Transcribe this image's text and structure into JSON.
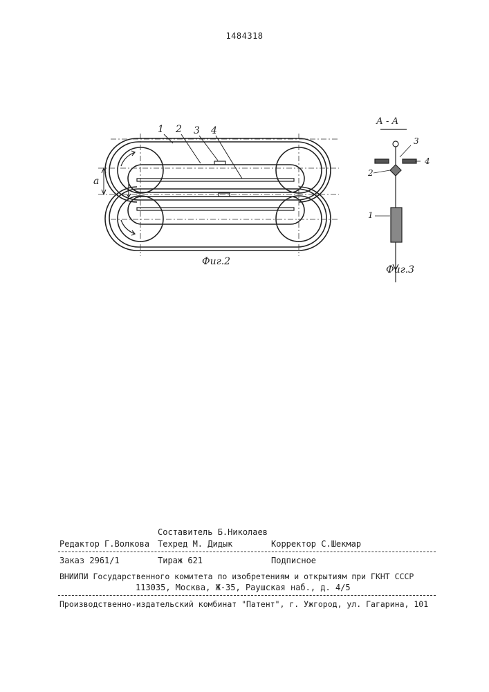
{
  "document": {
    "patent_number": "1484318",
    "figure2": {
      "caption": "Фиг.2",
      "labels": [
        "1",
        "2",
        "3",
        "4"
      ],
      "dimension_label": "a"
    },
    "figure3": {
      "section_title": "А - А",
      "caption": "Фиг.3",
      "labels": [
        "3",
        "4",
        "2",
        "1"
      ]
    },
    "imprint": {
      "compiler": "Составитель Б.Николаев",
      "editor": "Редактор Г.Волкова",
      "techred": "Техред М. Дидык",
      "corrector": "Корректор С.Шекмар",
      "order": "Заказ 2961/1",
      "circulation": "Тираж 621",
      "subscription": "Подписное",
      "institute": "ВНИИПИ Государственного комитета по изобретениям и открытиям при ГКНТ СССР",
      "address": "113035, Москва, Ж-35, Раушская наб., д. 4/5",
      "publisher": "Производственно-издательский комбинат \"Патент\", г. Ужгород, ул. Гагарина, 101"
    }
  }
}
